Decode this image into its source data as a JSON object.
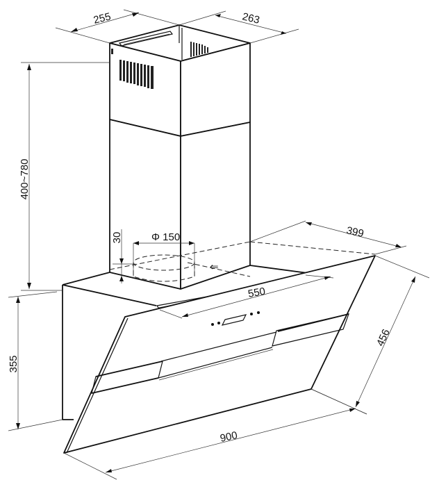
{
  "drawing": {
    "title": "Chimney cooker hood dimension drawing",
    "units": "mm",
    "colors": {
      "line": "#111111",
      "background": "#ffffff"
    }
  },
  "dimensions": {
    "chimney_width": "255",
    "chimney_depth": "263",
    "chimney_height": "400~780",
    "duct_offset": "30",
    "duct_diameter": "Φ 150",
    "body_depth": "399",
    "body_width_top": "550",
    "glass_height": "456",
    "body_height": "355",
    "overall_width": "900"
  }
}
